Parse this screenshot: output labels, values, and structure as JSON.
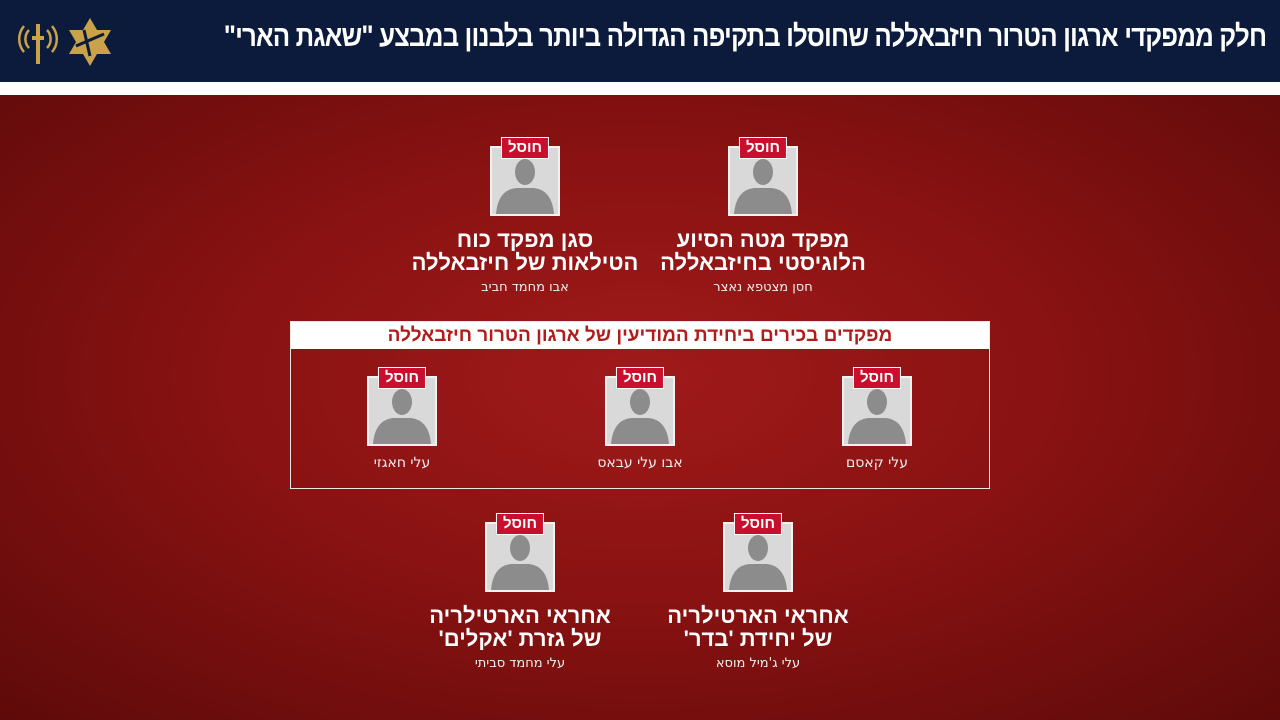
{
  "header": {
    "title": "חלק ממפקדי ארגון הטרור חיזבאללה שחוסלו בתקיפה הגדולה ביותר בלבנון במבצע \"שאגת הארי\"",
    "logos": [
      "intelligence-directorate-emblem",
      "idf-emblem"
    ]
  },
  "badge_label": "חוסל",
  "colors": {
    "header": "#0c1b3b",
    "background": "#8a1212",
    "badge": "#c8102e"
  },
  "top_row": [
    {
      "role": [
        "מפקד מטה הסיוע",
        "הלוגיסטי בחיזבאללה"
      ],
      "name": "חסן מצטפא נאצר"
    },
    {
      "role": [
        "סגן מפקד כוח",
        "הטילאות של חיזבאללה"
      ],
      "name": "אבו מחמד חביב"
    }
  ],
  "intel_group": {
    "title": "מפקדים בכירים ביחידת המודיעין של ארגון הטרור חיזבאללה",
    "members": [
      {
        "name": "עלי קאסם"
      },
      {
        "name": "אבו עלי עבאס"
      },
      {
        "name": "עלי חאגזי"
      }
    ]
  },
  "bottom_row": [
    {
      "role": [
        "אחראי הארטילריה",
        "של יחידת 'בדר'"
      ],
      "name": "עלי ג'מיל מוסא"
    },
    {
      "role": [
        "אחראי הארטילריה",
        "של גזרת 'אקלים'"
      ],
      "name": "עלי מחמד סביתי"
    }
  ]
}
